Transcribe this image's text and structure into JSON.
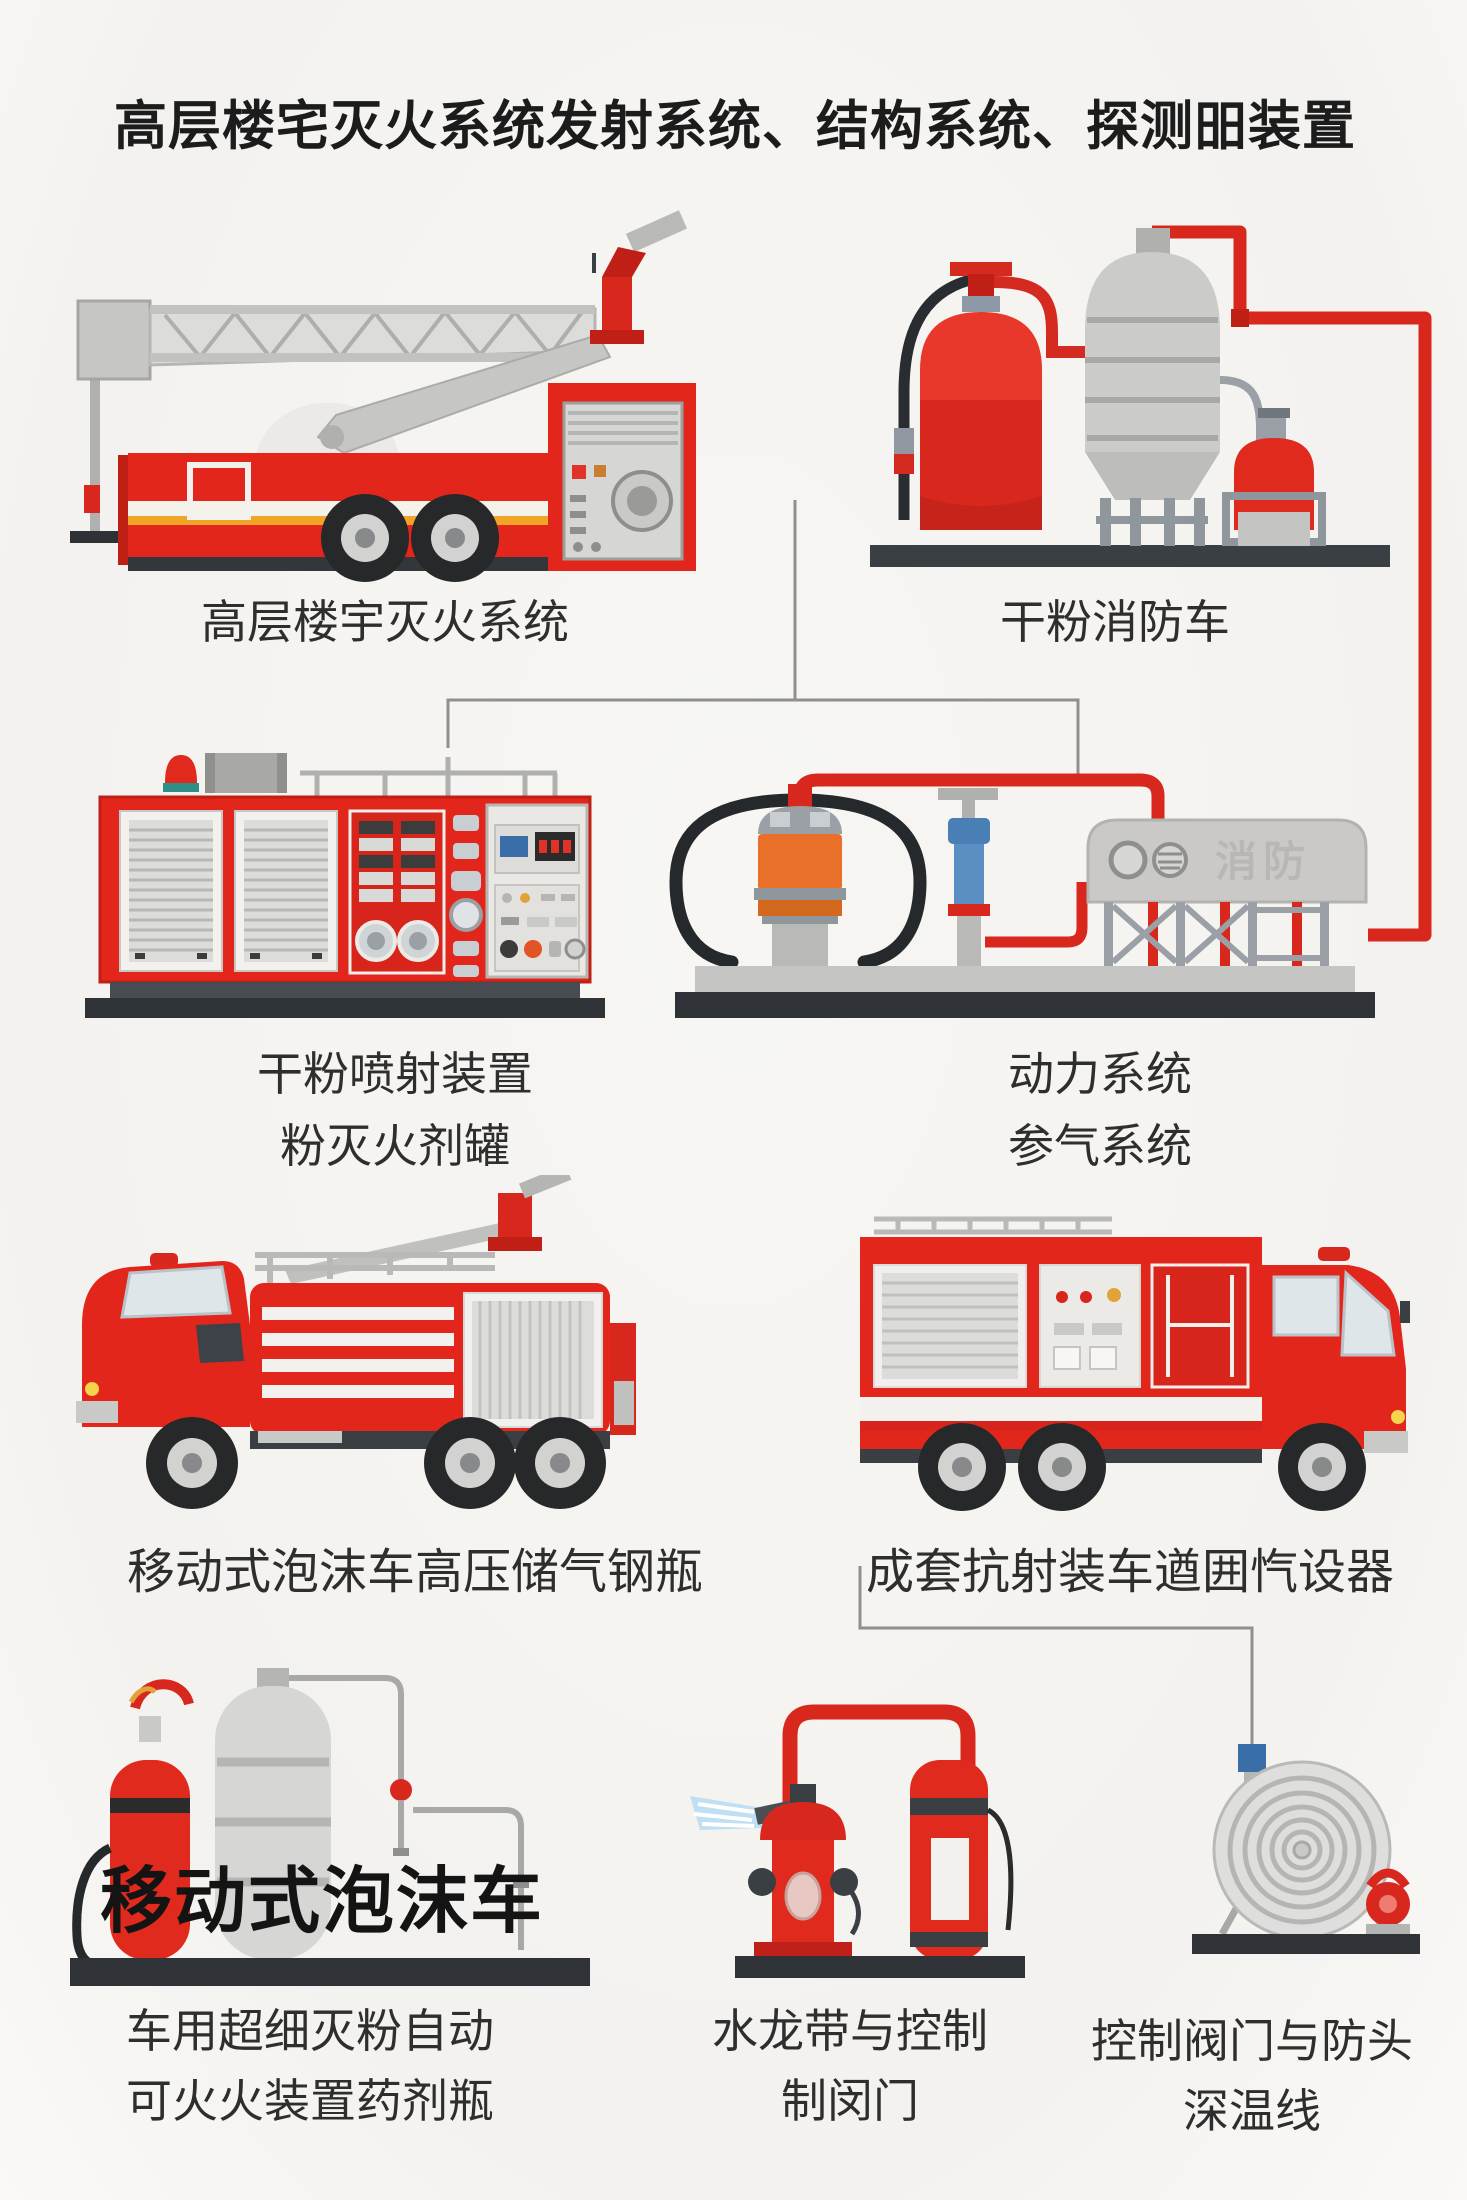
{
  "title": "高层楼宅灭火系统发射系统、结构系统、探测昍装置",
  "row1": {
    "left_label": "高层楼宇灭火系统",
    "right_label": "干粉消防车"
  },
  "row2": {
    "left_label_line1": "干粉喷射装置",
    "left_label_line2": "粉灭火剂罐",
    "right_label_line1": "动力系统",
    "right_label_line2": "参气系统",
    "machine_marking": "消防"
  },
  "row3": {
    "left_label": "移动式泡沫车高压储气钢瓶",
    "right_label": "成套抗射装车遒囲忾设器"
  },
  "row4": {
    "foam_overlay": "移动式泡沫车",
    "left_caption_line1": "车用超细灭粉自动",
    "left_caption_line2": "可火火装置药剂瓶",
    "mid_caption_line1": "水龙带与控制",
    "mid_caption_line2": "制闵门",
    "right_caption_line1": "控制阀门与防头",
    "right_caption_line2": "深温线"
  },
  "colors": {
    "fire_red": "#d8281e",
    "bright_red": "#e3261b",
    "metal_gray": "#c9c9c7",
    "dark_base": "#2f3337",
    "pump_orange": "#e8702a",
    "valve_blue": "#3a6ea8",
    "background": "#f5f4f1",
    "text": "#222222"
  }
}
